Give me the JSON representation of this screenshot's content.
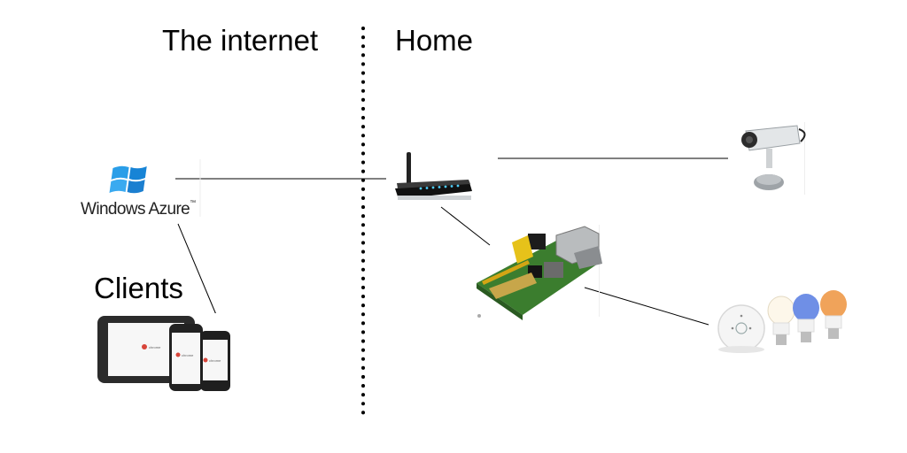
{
  "zones": {
    "left_label": "The internet",
    "right_label": "Home"
  },
  "nodes": {
    "cloud": {
      "brand": "Windows Azure",
      "trademark": "™",
      "icon": "windows-flag-icon"
    },
    "clients": {
      "label": "Clients",
      "icon": "tablet-and-phones-icon",
      "screen_text": "chrome"
    },
    "router": {
      "icon": "wifi-router-icon"
    },
    "camera": {
      "icon": "ip-camera-icon"
    },
    "raspberry_pi": {
      "icon": "raspberry-pi-board-icon"
    },
    "smart_lights": {
      "icon": "hue-bridge-and-bulbs-icon"
    }
  },
  "colors": {
    "line": "#000000",
    "azure_blue": "#1a8fe0",
    "board_green": "#3b7d2e",
    "hue_blue": "#6f8fe6",
    "hue_orange": "#f0a35a"
  }
}
